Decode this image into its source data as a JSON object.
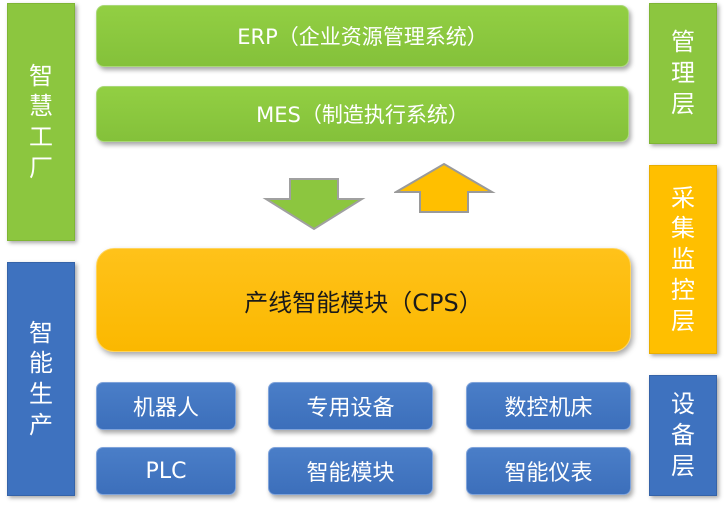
{
  "layers": {
    "smart_factory": [
      "智",
      "慧",
      "工",
      "厂"
    ],
    "smart_production": [
      "智",
      "能",
      "生",
      "产"
    ],
    "management": [
      "管",
      "理",
      "层"
    ],
    "collection": [
      "采",
      "集",
      "监",
      "控",
      "层"
    ],
    "device": [
      "设",
      "备",
      "层"
    ]
  },
  "systems": {
    "erp": "ERP（企业资源管理系统）",
    "mes": "MES（制造执行系统）"
  },
  "cps": "产线智能模块（CPS）",
  "devices": {
    "robot": "机器人",
    "special_equipment": "专用设备",
    "cnc": "数控机床",
    "plc": "PLC",
    "smart_module": "智能模块",
    "smart_instrument": "智能仪表"
  },
  "colors": {
    "green": "#8cc63f",
    "blue": "#3e72bf",
    "orange": "#ffbf00"
  }
}
